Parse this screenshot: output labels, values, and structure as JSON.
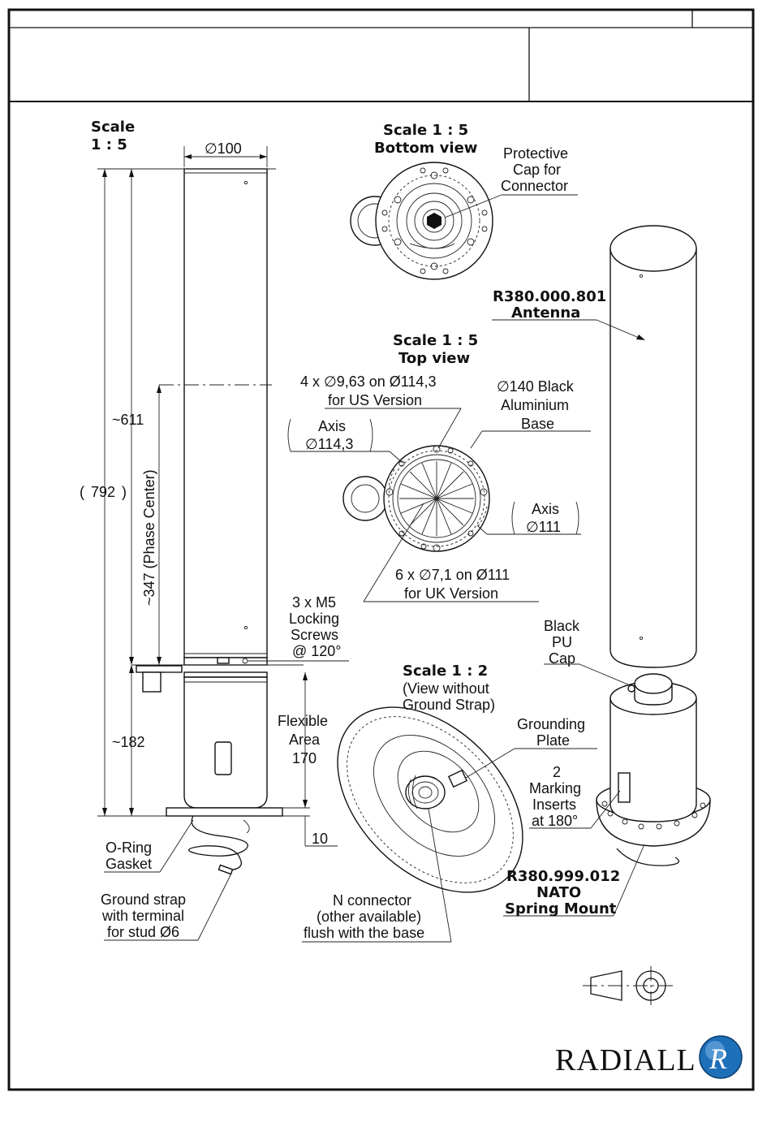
{
  "labels": {
    "scale_main_1": "Scale",
    "scale_main_2": "1 : 5",
    "bottom_view_scale": "Scale 1 : 5",
    "bottom_view_title": "Bottom view",
    "protective_cap_1": "Protective",
    "protective_cap_2": "Cap for",
    "protective_cap_3": "Connector",
    "antenna_ref": "R380.000.801",
    "antenna_name": "Antenna",
    "top_view_scale": "Scale 1 : 5",
    "top_view_title": "Top view",
    "us_holes_1": "4 x ∅9,63 on Ø114,3",
    "us_holes_2": "for US Version",
    "base_1": "∅140 Black",
    "base_2": "Aluminium",
    "base_3": "Base",
    "axis_us_1": "Axis",
    "axis_us_2": "∅114,3",
    "axis_uk_1": "Axis",
    "axis_uk_2": "∅111",
    "uk_holes_1": "6 x ∅7,1 on Ø111",
    "uk_holes_2": "for UK Version",
    "locking_1": "3 x M5",
    "locking_2": "Locking",
    "locking_3": "Screws",
    "locking_4": "@ 120°",
    "cap_1": "Black",
    "cap_2": "PU",
    "cap_3": "Cap",
    "detail_scale": "Scale 1 : 2",
    "detail_note_1": "(View without",
    "detail_note_2": "Ground Strap)",
    "grounding_1": "Grounding",
    "grounding_2": "Plate",
    "flex_1": "Flexible",
    "flex_2": "Area",
    "flex_3": "170",
    "marking_1": "2",
    "marking_2": "Marking",
    "marking_3": "Inserts",
    "marking_4": "at 180°",
    "mount_ref": "R380.999.012",
    "mount_name_1": "NATO",
    "mount_name_2": "Spring Mount",
    "oring_1": "O-Ring",
    "oring_2": "Gasket",
    "strap_1": "Ground strap",
    "strap_2": "with terminal",
    "strap_3": "for stud Ø6",
    "nconn_1": "N connector",
    "nconn_2": "(other available)",
    "nconn_3": "flush with the base",
    "logo": "RADIALL",
    "logo_mark": "R"
  },
  "dimensions": {
    "diameter_100": "∅100",
    "total_792": "792",
    "upper_611": "~611",
    "phase_347": "~347 (Phase Center)",
    "lower_182": "~182",
    "base_10": "10"
  }
}
